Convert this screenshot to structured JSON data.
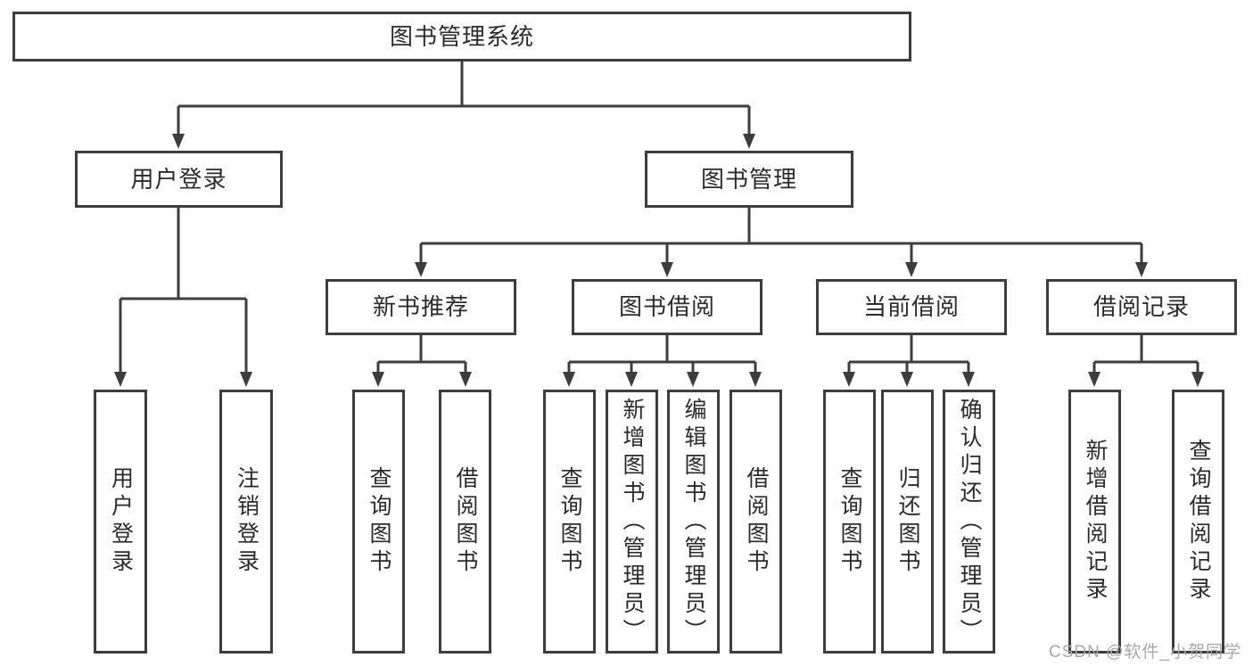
{
  "diagram": {
    "tree": {
      "label": "图书管理系统",
      "children": [
        {
          "label": "用户登录",
          "children": [
            {
              "label": "用户登录"
            },
            {
              "label": "注销登录"
            }
          ]
        },
        {
          "label": "图书管理",
          "children": [
            {
              "label": "新书推荐",
              "children": [
                {
                  "label": "查询图书"
                },
                {
                  "label": "借阅图书"
                }
              ]
            },
            {
              "label": "图书借阅",
              "children": [
                {
                  "label": "查询图书"
                },
                {
                  "label": "新增图书（管理员）"
                },
                {
                  "label": "编辑图书（管理员）"
                },
                {
                  "label": "借阅图书"
                }
              ]
            },
            {
              "label": "当前借阅",
              "children": [
                {
                  "label": "查询图书"
                },
                {
                  "label": "归还图书"
                },
                {
                  "label": "确认归还（管理员）"
                }
              ]
            },
            {
              "label": "借阅记录",
              "children": [
                {
                  "label": "新增借阅记录"
                },
                {
                  "label": "查询借阅记录"
                }
              ]
            }
          ]
        }
      ]
    },
    "colors": {
      "line": "#3d3d3d",
      "box_border": "#3d3d3d",
      "box_background": "#ffffff",
      "text": "#2b2b2b"
    }
  },
  "watermark": {
    "text": "CSDN @软件_小贺同学",
    "color": "#a8a8a8"
  }
}
